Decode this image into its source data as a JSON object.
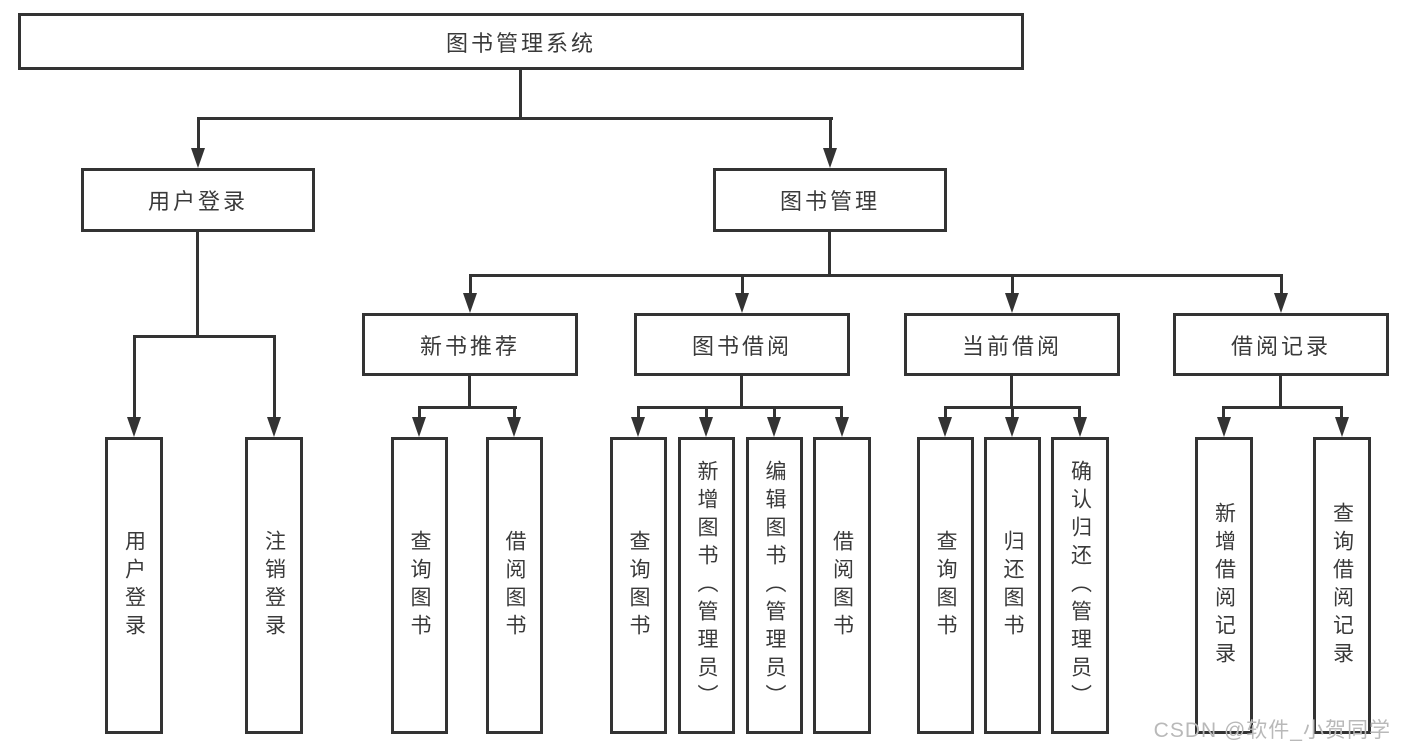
{
  "diagram_title": "图书管理系统",
  "tree": {
    "label": "图书管理系统",
    "children": [
      {
        "label": "用户登录",
        "children": [
          {
            "label": "用户登录"
          },
          {
            "label": "注销登录"
          }
        ]
      },
      {
        "label": "图书管理",
        "children": [
          {
            "label": "新书推荐",
            "children": [
              {
                "label": "查询图书"
              },
              {
                "label": "借阅图书"
              }
            ]
          },
          {
            "label": "图书借阅",
            "children": [
              {
                "label": "查询图书"
              },
              {
                "label": "新增图书（管理员）"
              },
              {
                "label": "编辑图书（管理员）"
              },
              {
                "label": "借阅图书"
              }
            ]
          },
          {
            "label": "当前借阅",
            "children": [
              {
                "label": "查询图书"
              },
              {
                "label": "归还图书"
              },
              {
                "label": "确认归还（管理员）"
              }
            ]
          },
          {
            "label": "借阅记录",
            "children": [
              {
                "label": "新增借阅记录"
              },
              {
                "label": "查询借阅记录"
              }
            ]
          }
        ]
      }
    ]
  },
  "watermark": {
    "text": "CSDN @软件_小贺同学"
  },
  "colors": {
    "line": "#333333",
    "text": "#3a3a3a",
    "watermark": "#b9b9b9",
    "background": "#ffffff"
  }
}
